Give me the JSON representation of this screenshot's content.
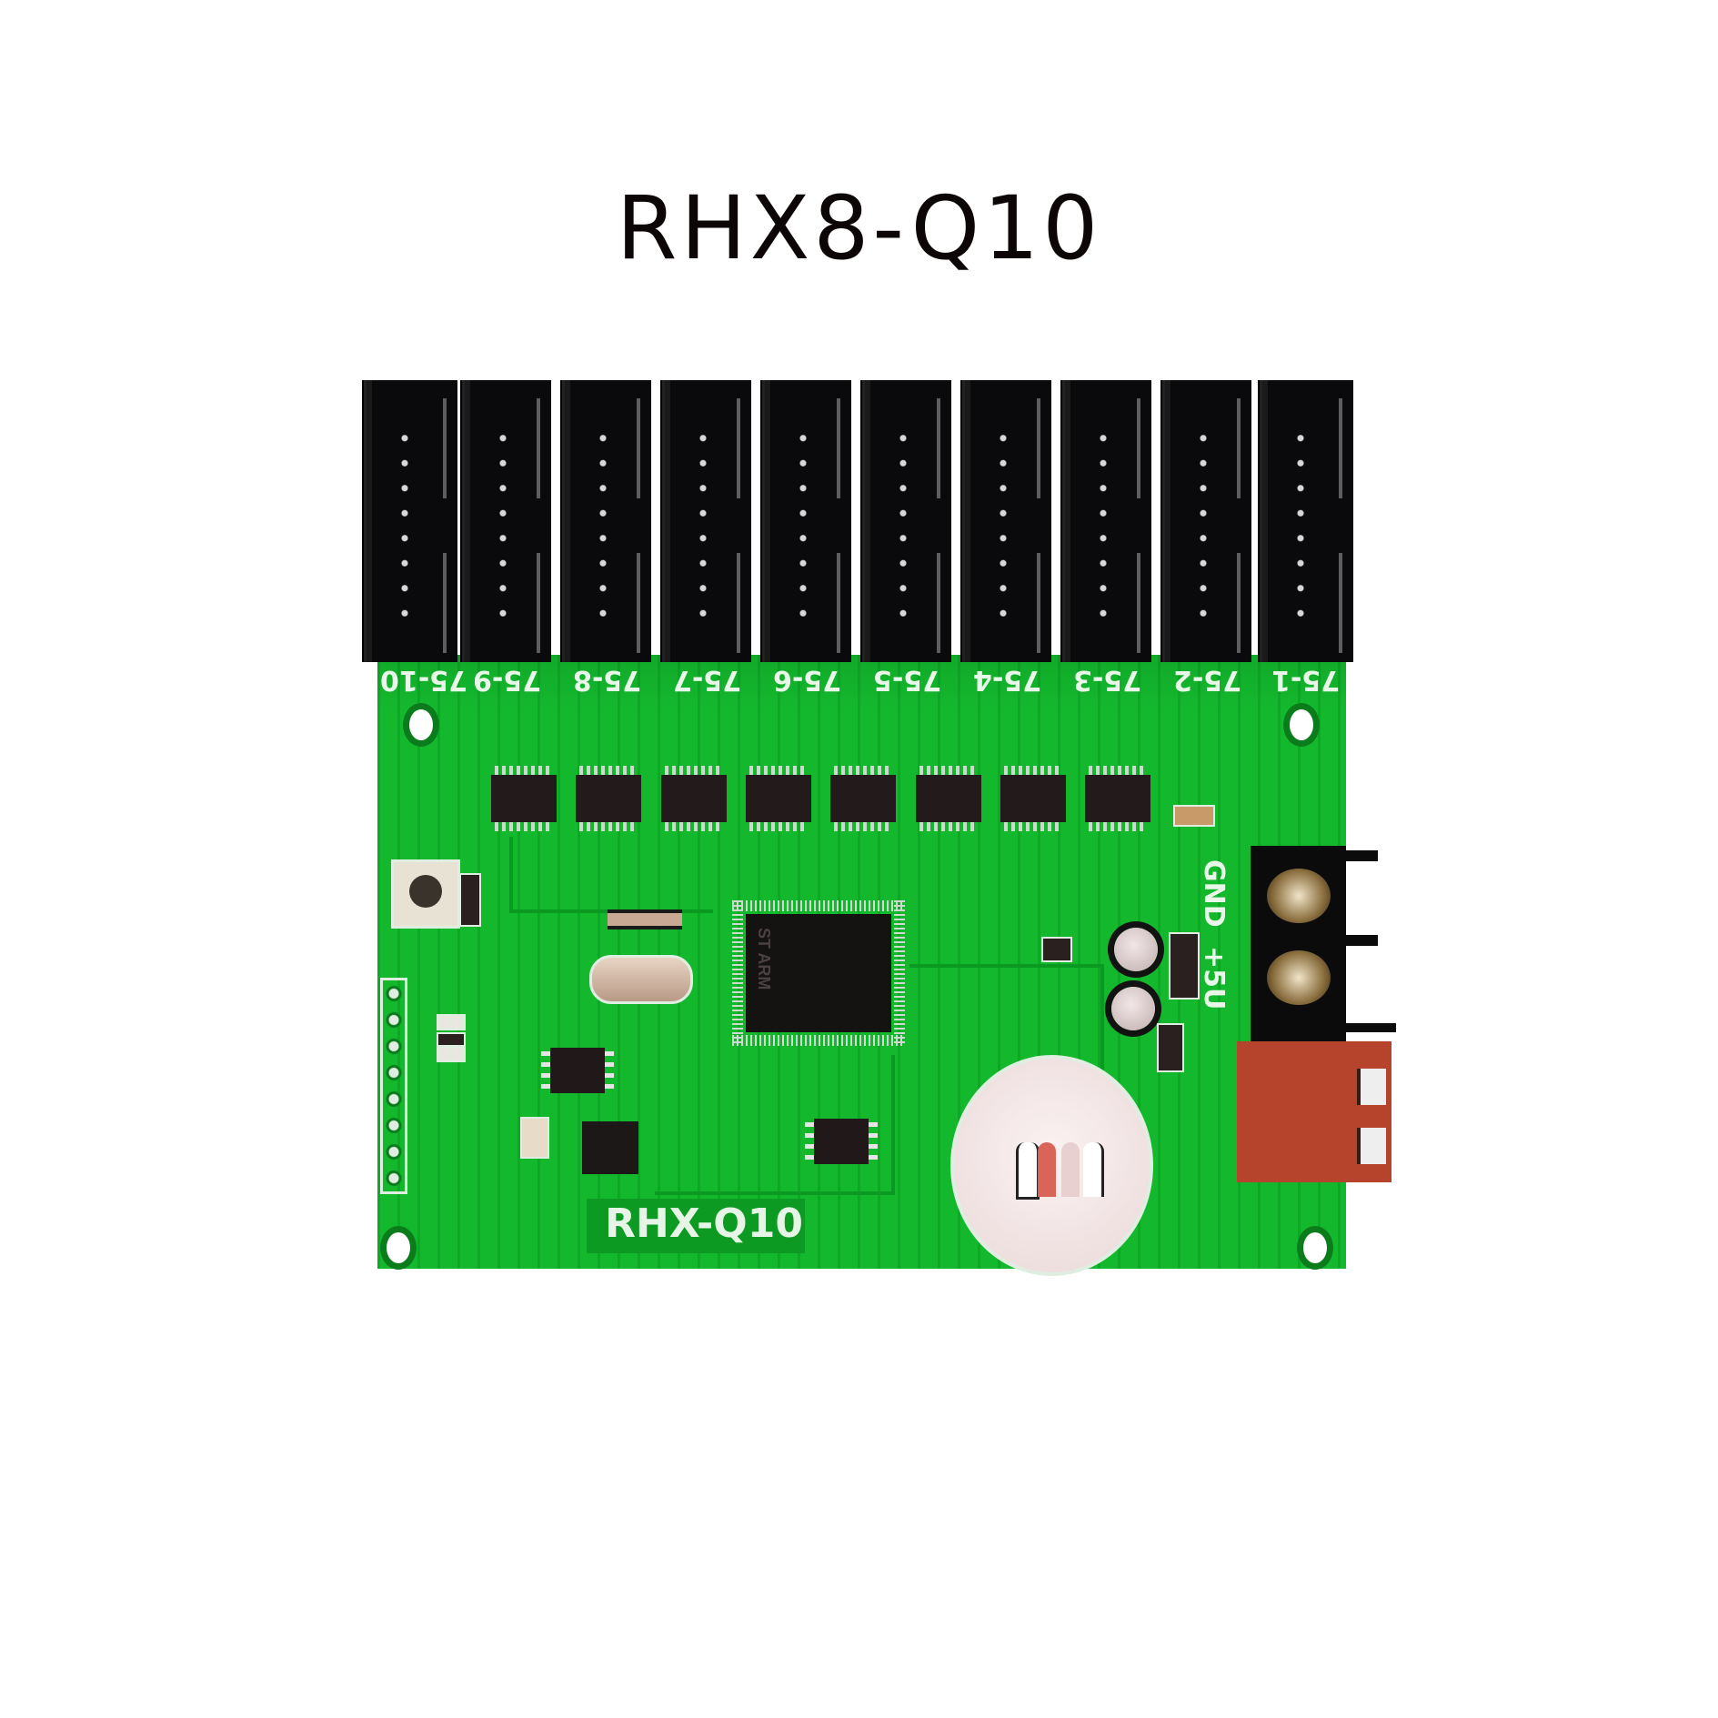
{
  "title": "RHX8-Q10",
  "board": {
    "model_silkscreen": "RHX-Q10",
    "color": "#13b82d",
    "connectors": [
      {
        "label": "75-10"
      },
      {
        "label": "75-9"
      },
      {
        "label": "75-8"
      },
      {
        "label": "75-7"
      },
      {
        "label": "75-6"
      },
      {
        "label": "75-5"
      },
      {
        "label": "75-4"
      },
      {
        "label": "75-3"
      },
      {
        "label": "75-2"
      },
      {
        "label": "75-1"
      }
    ],
    "power_terminal": {
      "labels": [
        "GND",
        "+5U"
      ]
    },
    "components": {
      "driver_ics": 8,
      "mcu": "ST ARM",
      "crystal": "crystal-oscillator",
      "battery": "coin-cell-holder",
      "button": "tact-switch",
      "usb": "usb-a-port",
      "pin_header_pins": 8
    }
  }
}
